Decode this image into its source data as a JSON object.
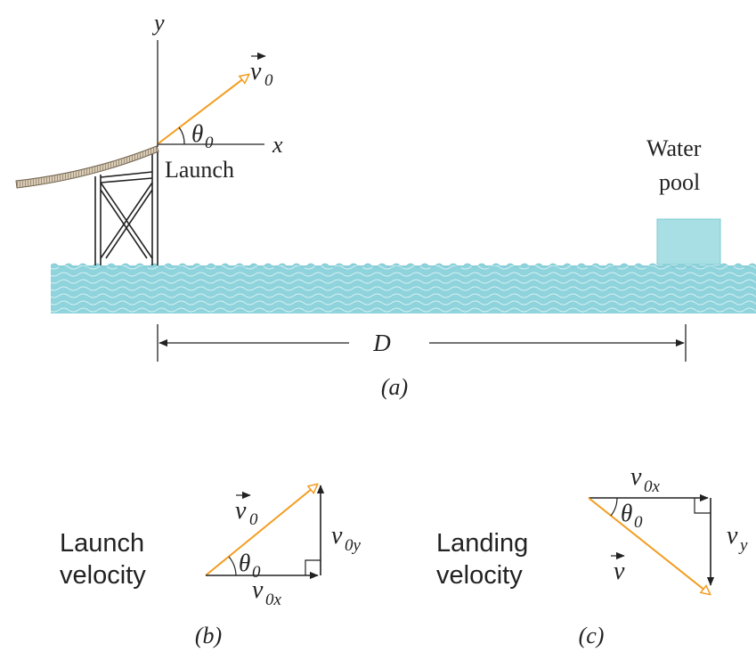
{
  "panel_a": {
    "y_axis_label": "y",
    "x_axis_label": "x",
    "v0_label": "v",
    "v0_sub": "0",
    "theta_label": "θ",
    "theta_sub": "0",
    "launch_label": "Launch",
    "pool_label_line1": "Water",
    "pool_label_line2": "pool",
    "distance_label": "D",
    "caption": "(a)"
  },
  "panel_b": {
    "side_label_line1": "Launch",
    "side_label_line2": "velocity",
    "v0_label": "v",
    "v0_sub": "0",
    "theta_label": "θ",
    "theta_sub": "0",
    "v0y_label": "v",
    "v0y_sub": "0y",
    "v0x_label": "v",
    "v0x_sub": "0x",
    "caption": "(b)"
  },
  "panel_c": {
    "side_label_line1": "Landing",
    "side_label_line2": "velocity",
    "v0x_label": "v",
    "v0x_sub": "0x",
    "theta_label": "θ",
    "theta_sub": "0",
    "vy_label": "v",
    "vy_sub": "y",
    "v_label": "v",
    "caption": "(c)"
  },
  "colors": {
    "arrow_orange": "#f39c1e",
    "water": "#8fd3dc",
    "water_light": "#bfe8ee",
    "pool": "#a8dfe4",
    "ramp": "#b9a78c",
    "ink": "#222222"
  }
}
